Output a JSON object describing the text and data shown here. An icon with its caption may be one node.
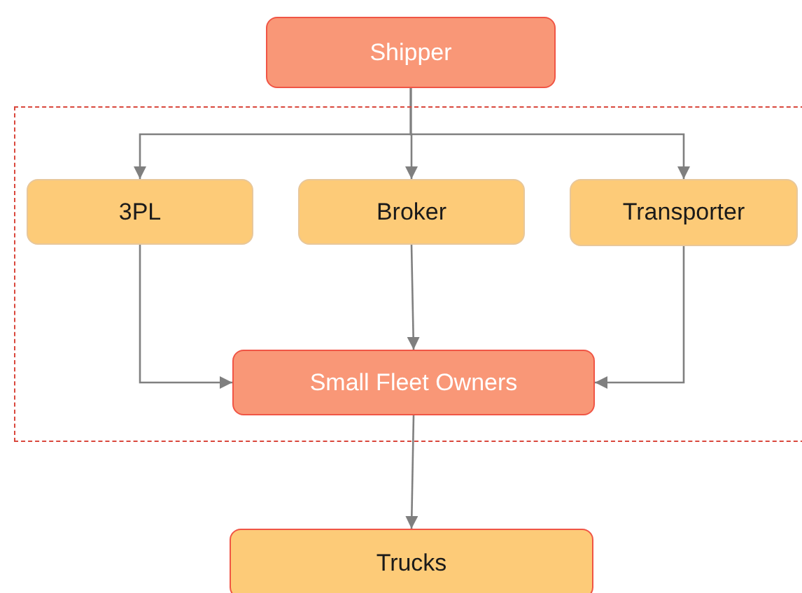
{
  "diagram": {
    "nodes": [
      {
        "text": [
          "Shipper"
        ]
      },
      {
        "text": [],
        "shape": "box"
      },
      {
        "text": [
          "3PL"
        ],
        "in": 1
      },
      {
        "text": [
          "Broker"
        ],
        "in": 1
      },
      {
        "text": [
          "Transporter"
        ],
        "in": 1
      },
      {
        "text": [
          "Small Fleet Owners"
        ],
        "in": 1
      },
      {
        "text": [
          "Trucks"
        ]
      }
    ],
    "edges": [
      {
        "from": 0,
        "to": 2,
        "arrow": "to"
      },
      {
        "from": 0,
        "to": 3,
        "arrow": "to"
      },
      {
        "from": 0,
        "to": 4,
        "arrow": "to"
      },
      {
        "from": 2,
        "to": 5,
        "arrow": "to"
      },
      {
        "from": 3,
        "to": 5,
        "arrow": "to"
      },
      {
        "from": 4,
        "to": 5,
        "arrow": "to"
      },
      {
        "from": 5,
        "to": 6,
        "arrow": "to"
      }
    ]
  }
}
